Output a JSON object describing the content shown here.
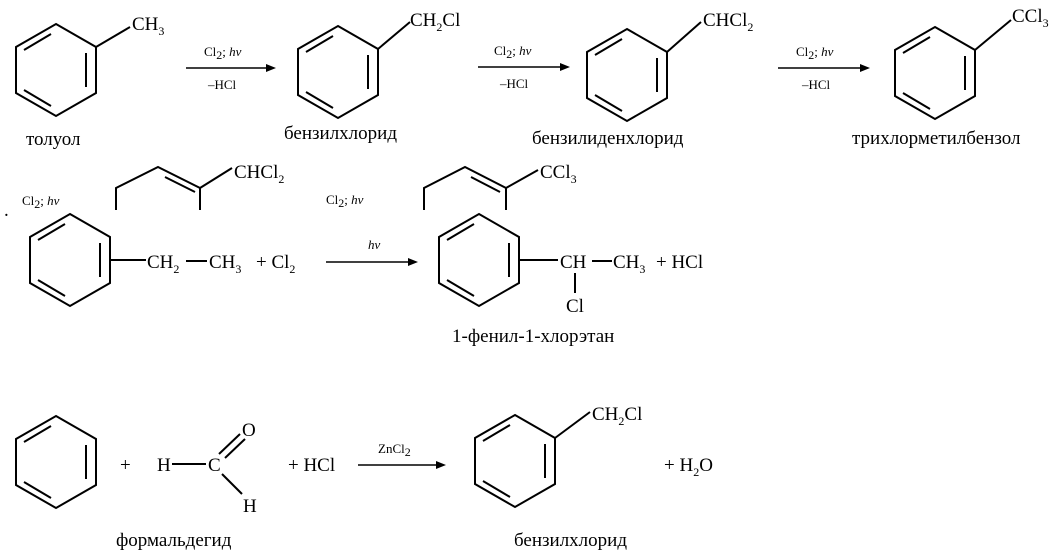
{
  "row1": {
    "toluene": {
      "group_main": "CH",
      "group_sub": "3",
      "name": "толуол"
    },
    "benzyl_chloride": {
      "group_main": "CH",
      "group_sub": "2",
      "group_tail": "Cl",
      "name": "бензилхлорид"
    },
    "benzylidene_chloride": {
      "group_main": "CHCl",
      "group_sub": "2",
      "name": "бензилиденхлорид"
    },
    "benzotrichloride": {
      "group_main": "CCl",
      "group_sub": "3",
      "name": "трихлорметилбензол"
    },
    "arrow_conditions": {
      "reagent_main": "Cl",
      "reagent_sub": "2",
      "reagent_tail": "; ",
      "reagent_hv": "hv",
      "byproduct": "–HCl"
    }
  },
  "row2": {
    "fragment_left": {
      "group_main": "CHCl",
      "group_sub": "2",
      "reagent_main": "Cl",
      "reagent_sub": "2",
      "reagent_tail": "; ",
      "reagent_hv": "hv"
    },
    "fragment_right": {
      "group_main": "CCl",
      "group_sub": "3",
      "reagent_main": "Cl",
      "reagent_sub": "2",
      "reagent_tail": "; ",
      "reagent_hv": "hv"
    },
    "ethylbenzene": {
      "ch2_main": "CH",
      "ch2_sub": "2",
      "ch3_main": "CH",
      "ch3_sub": "3"
    },
    "plus_cl2": {
      "plus": "+ ",
      "main": "Cl",
      "sub": "2"
    },
    "arrow_label": "hv",
    "product": {
      "ch": "CH",
      "ch3_main": "CH",
      "ch3_sub": "3",
      "cl": "Cl",
      "plus_hcl": "+ HCl",
      "name": "1-фенил-1-хлорэтан"
    },
    "dot": "."
  },
  "row3": {
    "plus1": "+",
    "formaldehyde": {
      "h_left": "H",
      "c": "C",
      "o": "O",
      "h_bottom": "H",
      "name": "формальдегид"
    },
    "plus_hcl": "+ HCl",
    "catalyst": {
      "main": "ZnCl",
      "sub": "2"
    },
    "product": {
      "group_main": "CH",
      "group_sub": "2",
      "group_tail": "Cl",
      "name": "бензилхлорид"
    },
    "plus_water": {
      "plus": "+ H",
      "sub": "2",
      "tail": "O"
    }
  }
}
